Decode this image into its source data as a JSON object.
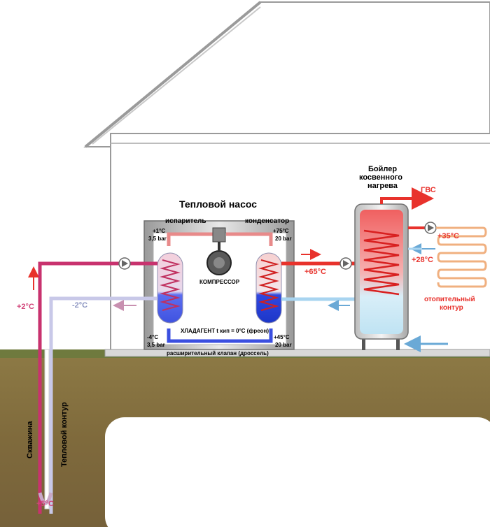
{
  "title": "Тепловой насос",
  "evaporator": {
    "label": "испаритель",
    "temp_top": "+1°C",
    "pressure_top": "3,5 bar",
    "temp_bottom": "-4°C",
    "pressure_bottom": "3,5 bar"
  },
  "condenser": {
    "label": "конденсатор",
    "temp_top": "+75°C",
    "pressure_top": "20 bar",
    "temp_bottom": "+45°C",
    "pressure_bottom": "20 bar"
  },
  "compressor": "КОМПРЕССОР",
  "refrigerant": "ХЛАДАГЕНТ t кип = 0°С (фреон)",
  "expansion_valve": "расширительный клапан (дроссель)",
  "boiler": {
    "line1": "Бойлер",
    "line2": "косвенного",
    "line3": "нагрева"
  },
  "dhw": "ГВС",
  "temp_supply_65": "+65°C",
  "temp_heating_35": "+35°C",
  "temp_heating_28": "+28°C",
  "heating_circuit": {
    "line1": "отопительный",
    "line2": "контур"
  },
  "ground": {
    "temp_in": "+2°C",
    "temp_out": "-2°C",
    "temp_bottom": "+5°C",
    "well": "Скважина",
    "loop": "Тепловой контур"
  },
  "colors": {
    "hot": "#e8322c",
    "cold": "#6aa9d6",
    "brine_in": "#c8326e",
    "brine_out": "#b8b8e8",
    "soil": "#8a7040",
    "grass": "#7a8a4a"
  }
}
